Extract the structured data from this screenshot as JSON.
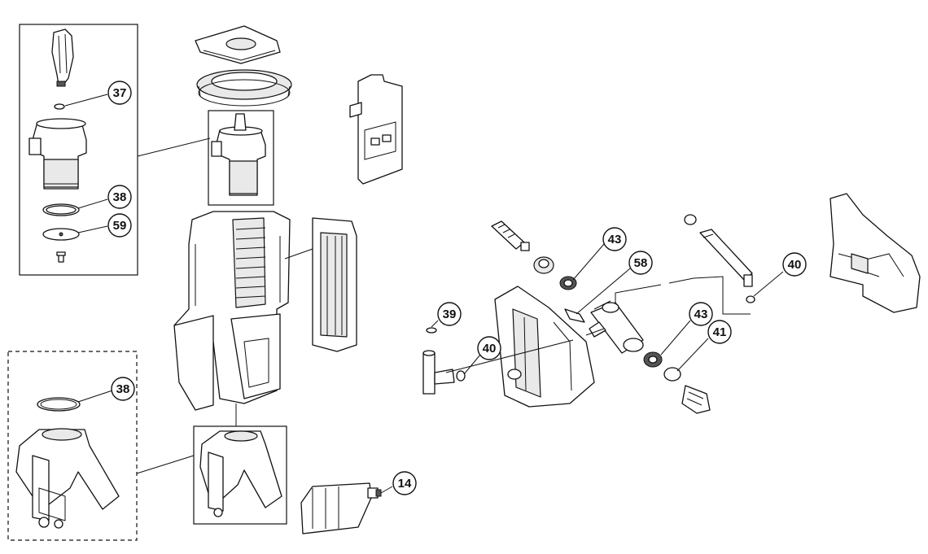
{
  "callouts": [
    {
      "id": "c37",
      "label": "37"
    },
    {
      "id": "c38a",
      "label": "38"
    },
    {
      "id": "c59",
      "label": "59"
    },
    {
      "id": "c38b",
      "label": "38"
    },
    {
      "id": "c14",
      "label": "14"
    },
    {
      "id": "c43a",
      "label": "43"
    },
    {
      "id": "c58",
      "label": "58"
    },
    {
      "id": "c39",
      "label": "39"
    },
    {
      "id": "c40a",
      "label": "40"
    },
    {
      "id": "c43b",
      "label": "43"
    },
    {
      "id": "c41",
      "label": "41"
    },
    {
      "id": "c40b",
      "label": "40"
    }
  ]
}
